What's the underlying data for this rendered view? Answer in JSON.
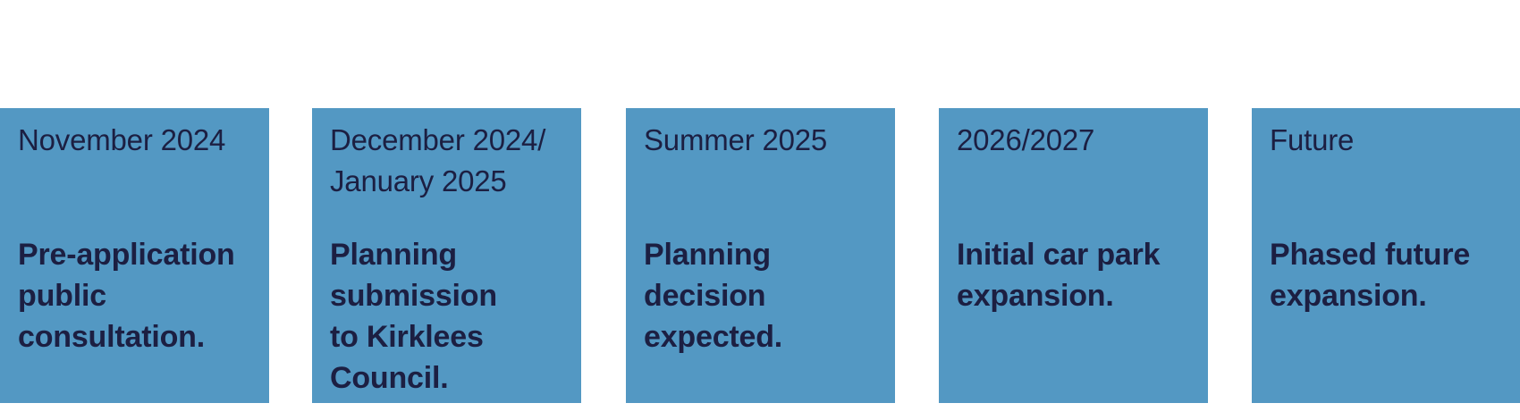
{
  "colors": {
    "box_fill": "#5398c3",
    "text": "#1c1f42",
    "background": "#ffffff"
  },
  "stages": [
    {
      "date": "November 2024",
      "title": "Pre-application\npublic\nconsultation."
    },
    {
      "date": "December 2024/\nJanuary 2025",
      "title": "Planning\nsubmission\nto Kirklees\nCouncil."
    },
    {
      "date": "Summer 2025",
      "title": "Planning\ndecision\nexpected."
    },
    {
      "date": "2026/2027",
      "title": "Initial car park\nexpansion."
    },
    {
      "date": "Future",
      "title": "Phased future\nexpansion."
    }
  ]
}
